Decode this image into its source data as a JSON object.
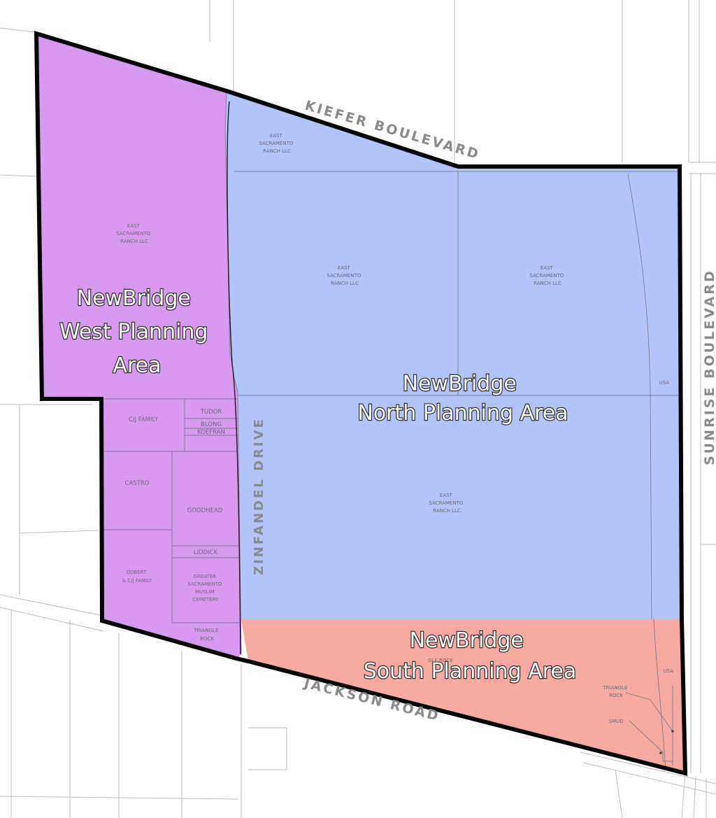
{
  "roads": {
    "kiefer": "KIEFER BOULEVARD",
    "zinfandel": "ZINFANDEL DRIVE",
    "sunrise": "SUNRISE BOULEVARD",
    "jackson": "JACKSON ROAD"
  },
  "planning_areas": {
    "west": {
      "line1": "NewBridge",
      "line2": "West Planning",
      "line3": "Area",
      "color": "#d79af0"
    },
    "north": {
      "line1": "NewBridge",
      "line2": "North Planning Area",
      "color": "#b3c4fb"
    },
    "south": {
      "line1": "NewBridge",
      "line2": "South Planning Area",
      "color": "#f6aaa0"
    }
  },
  "parcels": {
    "esr_west": {
      "l1": "EAST",
      "l2": "SACRAMENTO",
      "l3": "RANCH LLC"
    },
    "esr_top": {
      "l1": "EAST",
      "l2": "SACRAMENTO",
      "l3": "RANCH LLC"
    },
    "esr_mid_left": {
      "l1": "EAST",
      "l2": "SACRAMENTO",
      "l3": "RANCH LLC"
    },
    "esr_mid_right": {
      "l1": "EAST",
      "l2": "SACRAMENTO",
      "l3": "RANCH LLC"
    },
    "esr_lower": {
      "l1": "EAST",
      "l2": "SACRAMENTO",
      "l3": "RANCH LLC"
    },
    "usa_north": "USA",
    "usa_south": "USA",
    "tudor": "TUDOR",
    "blong": "BLONG",
    "koefran": "KOEFRAN",
    "cj_family": "C/J FAMILY",
    "castro": "CASTRO",
    "goodhead": "GOODHEAD",
    "liddick": "LIDDICK",
    "odbert": {
      "l1": "ODBERT",
      "l2": "& C/J FAMILY"
    },
    "cemetery": {
      "l1": "GREATER",
      "l2": "SACRAMENTO",
      "l3": "MUSLIM",
      "l4": "CEMETERY"
    },
    "triangle_rock_west": {
      "l1": "TRIANGLE",
      "l2": "ROCK"
    },
    "triangle_rock_south": {
      "l1": "TRIANGLE",
      "l2": "ROCK"
    },
    "gle_rock": "GLE ROCK",
    "smud": "SMUD"
  },
  "colors": {
    "boundary": "#000000",
    "parcel_line": "#7a7a90",
    "road_edge": "#b9b9b9",
    "road_label": "#8a8a8a"
  }
}
